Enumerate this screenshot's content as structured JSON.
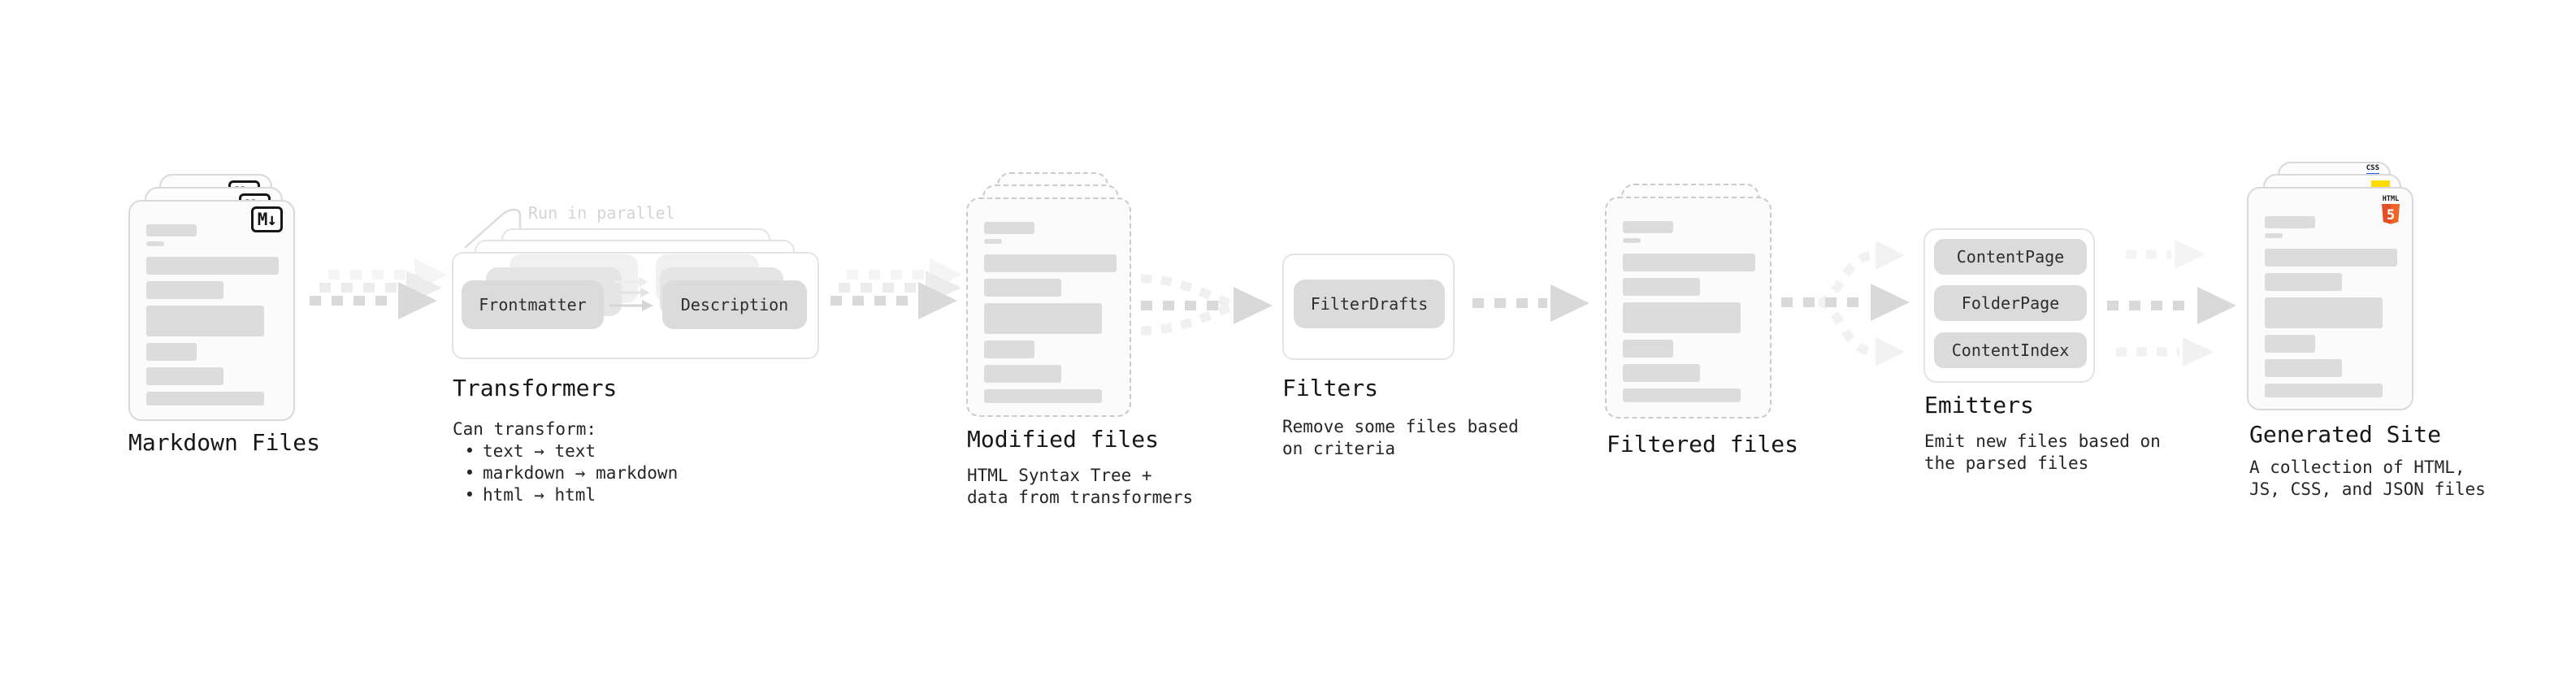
{
  "glyphs": {
    "bullet": "•"
  },
  "markdown": {
    "title": "Markdown Files",
    "badge": "M↓"
  },
  "transformers": {
    "title": "Transformers",
    "parallel_note": "Run in parallel",
    "pill_input": "Frontmatter",
    "pill_output": "Description",
    "notes_title": "Can transform:",
    "notes": [
      "text → text",
      "markdown → markdown",
      "html → html"
    ]
  },
  "modified": {
    "title": "Modified files",
    "subtitle": [
      "HTML Syntax Tree +",
      "data from transformers"
    ]
  },
  "filters": {
    "title": "Filters",
    "pill": "FilterDrafts",
    "subtitle": [
      "Remove some files based",
      "on criteria"
    ]
  },
  "filtered": {
    "title": "Filtered files"
  },
  "emitters": {
    "title": "Emitters",
    "pills": [
      "ContentPage",
      "FolderPage",
      "ContentIndex"
    ],
    "subtitle": [
      "Emit new files based on",
      "the parsed files"
    ]
  },
  "generated": {
    "title": "Generated Site",
    "subtitle": [
      "A collection of HTML,",
      "JS, CSS, and JSON files"
    ],
    "badges": {
      "css_label": "CSS",
      "html_label": "HTML",
      "html_number": "5"
    }
  },
  "colors": {
    "arrow": "#D9D9D9",
    "arrow_echo": "#ECECEC",
    "pill_fill": "#DBDBDB",
    "html5_shield": "#E44D26",
    "html5_shield_light": "#F16529",
    "js_yellow": "#FFDC00",
    "css_blue": "#2B5CE6"
  }
}
